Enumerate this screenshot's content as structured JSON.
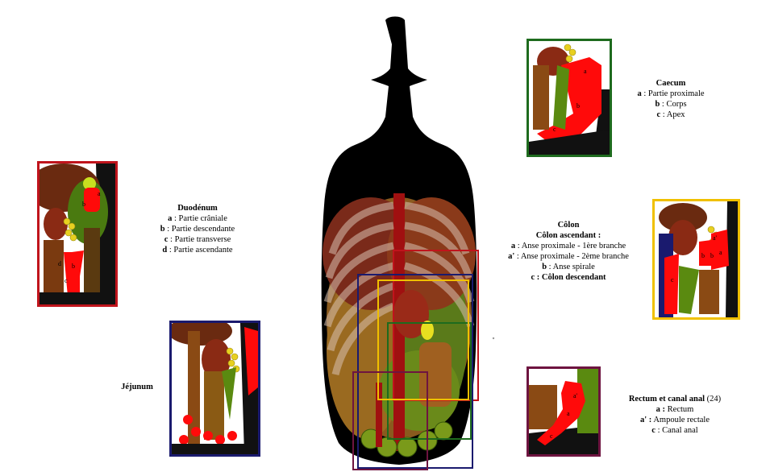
{
  "colors": {
    "duodenum": "#c0141c",
    "jejunum": "#1a1a6e",
    "caecum": "#1e6b1e",
    "colon": "#f0c000",
    "rectum": "#6e1440",
    "silhouette": "#000000",
    "highlight_red": "#ff0a0a"
  },
  "duodenum": {
    "title": "Duodénum",
    "lines": [
      {
        "key": "a",
        "text": " : Partie crâniale"
      },
      {
        "key": "b",
        "text": " : Partie descendante"
      },
      {
        "key": "c",
        "text": " : Partie transverse"
      },
      {
        "key": "d",
        "text": " : Partie ascendante"
      }
    ],
    "markers": [
      "a",
      "b",
      "d",
      "b",
      "c"
    ]
  },
  "jejunum": {
    "title": "Jéjunum"
  },
  "caecum": {
    "title": "Caecum",
    "lines": [
      {
        "key": "a",
        "text": " : Partie proximale"
      },
      {
        "key": "b",
        "text": " : Corps"
      },
      {
        "key": "c",
        "text": " : Apex"
      }
    ],
    "markers": [
      "a",
      "b",
      "c"
    ]
  },
  "colon": {
    "title": "Côlon",
    "subtitle": "Côlon ascendant :",
    "lines": [
      {
        "key": "a",
        "text": " : Anse proximale - 1ère branche"
      },
      {
        "key": "a'",
        "text": " : Anse proximale - 2ème branche"
      },
      {
        "key": "b",
        "text": " : Anse spirale"
      },
      {
        "key": "c",
        "text": " : Côlon descendant"
      }
    ],
    "markers": [
      "a'",
      "b",
      "b",
      "a",
      "c"
    ]
  },
  "rectum": {
    "title": "Rectum et canal anal",
    "title_suffix": " (24)",
    "lines": [
      {
        "key": "a :",
        "text": " Rectum"
      },
      {
        "key": "a' :",
        "text": " Ampoule rectale"
      },
      {
        "key": "c",
        "text": " : Canal anal"
      }
    ],
    "markers": [
      "a'",
      "a",
      "c"
    ]
  }
}
